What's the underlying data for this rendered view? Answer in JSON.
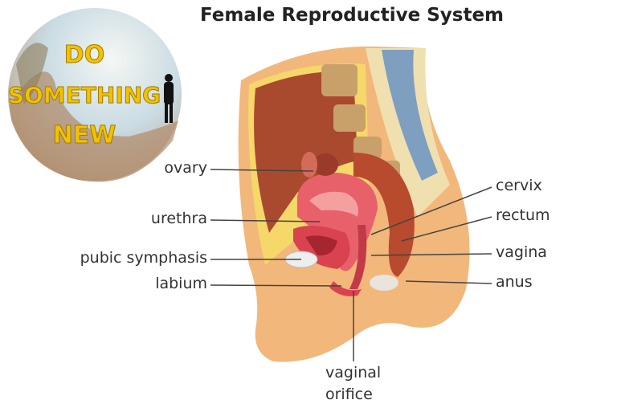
{
  "title": "Female Reproductive System",
  "logo": {
    "lines": [
      "DO",
      "SOMETHING",
      "NEW"
    ]
  },
  "labels": {
    "ovary": "ovary",
    "urethra": "urethra",
    "pubic_symphasis": "pubic symphasis",
    "labium": "labium",
    "cervix": "cervix",
    "rectum": "rectum",
    "vagina": "vagina",
    "anus": "anus",
    "vaginal_orifice_line1": "vaginal",
    "vaginal_orifice_line2": "orifice"
  },
  "colors": {
    "skin": "#f2b77a",
    "tissue": "#e8606a",
    "muscle": "#b84a2e",
    "fat": "#f6d76a",
    "logo_text": "#f2c200"
  }
}
